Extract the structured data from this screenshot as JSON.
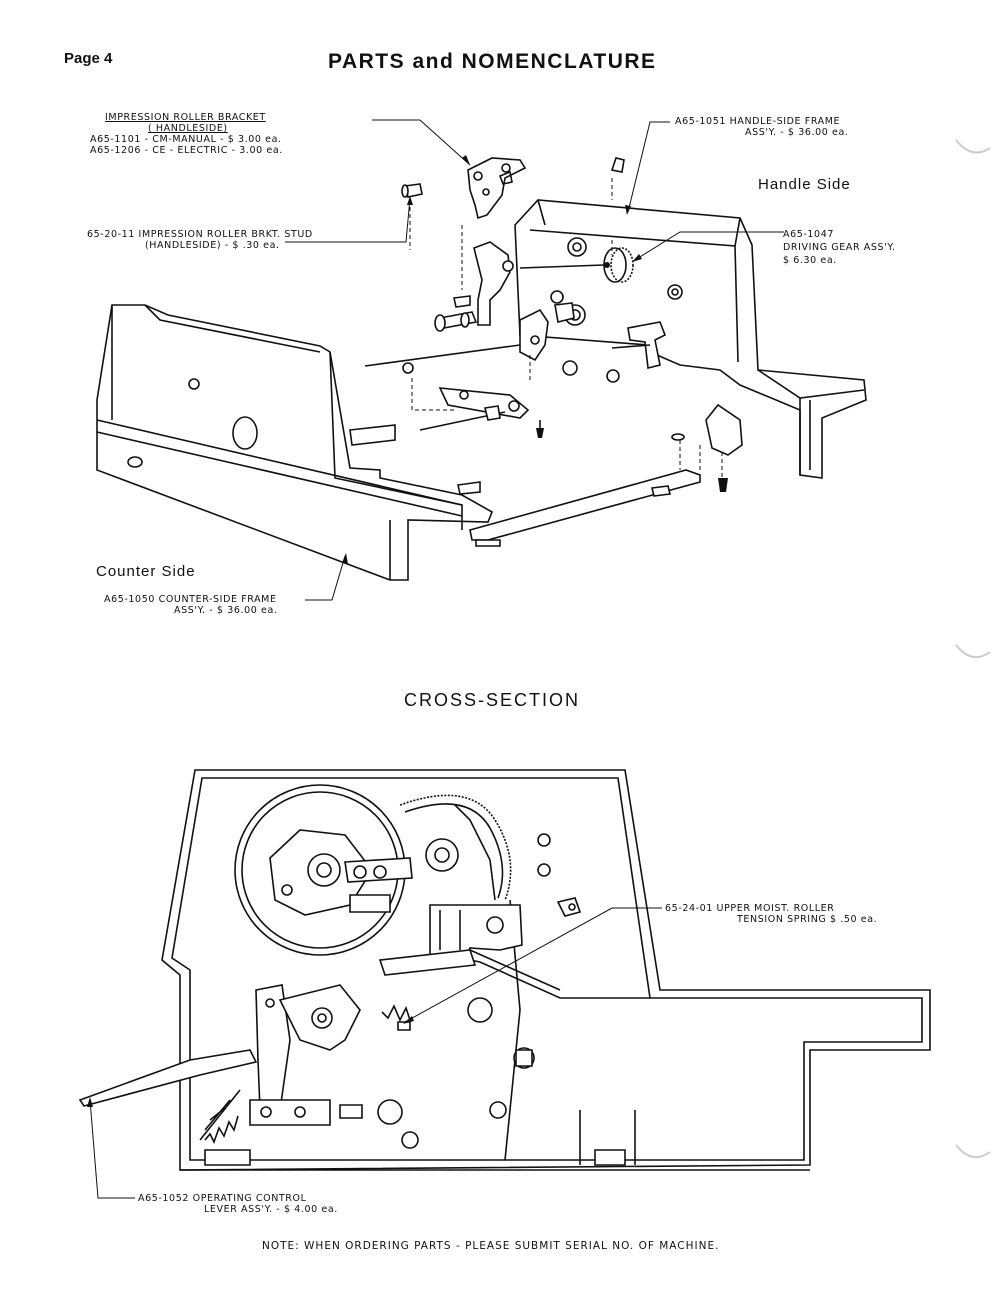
{
  "header": {
    "page_number": "Page 4",
    "title": "PARTS and NOMENCLATURE"
  },
  "exploded_view": {
    "labels": {
      "impression_bracket": {
        "title": "IMPRESSION ROLLER BRACKET",
        "subtitle": "( HANDLESIDE)",
        "line1": "A65-1101 - CM-MANUAL - $ 3.00 ea.",
        "line2": "A65-1206 - CE - ELECTRIC - 3.00 ea."
      },
      "bracket_stud": {
        "line1": "65-20-11 IMPRESSION ROLLER BRKT. STUD",
        "line2": "(HANDLESIDE) - $ .30 ea."
      },
      "handle_side_frame": {
        "line1": "A65-1051 HANDLE-SIDE FRAME",
        "line2": "ASS'Y. - $ 36.00 ea."
      },
      "handle_side": "Handle Side",
      "driving_gear": {
        "line1": "A65-1047",
        "line2": "DRIVING GEAR ASS'Y.",
        "line3": "$ 6.30 ea."
      },
      "counter_side": "Counter Side",
      "counter_side_frame": {
        "line1": "A65-1050 COUNTER-SIDE FRAME",
        "line2": "ASS'Y. - $ 36.00 ea."
      }
    }
  },
  "cross_section": {
    "title": "CROSS-SECTION",
    "labels": {
      "tension_spring": {
        "line1": "65-24-01 UPPER MOIST. ROLLER",
        "line2": "TENSION SPRING $ .50 ea."
      },
      "operating_lever": {
        "line1": "A65-1052 OPERATING CONTROL",
        "line2": "LEVER ASS'Y. - $ 4.00 ea."
      }
    }
  },
  "footer": {
    "note": "NOTE: WHEN ORDERING PARTS - PLEASE SUBMIT SERIAL NO. OF MACHINE."
  }
}
